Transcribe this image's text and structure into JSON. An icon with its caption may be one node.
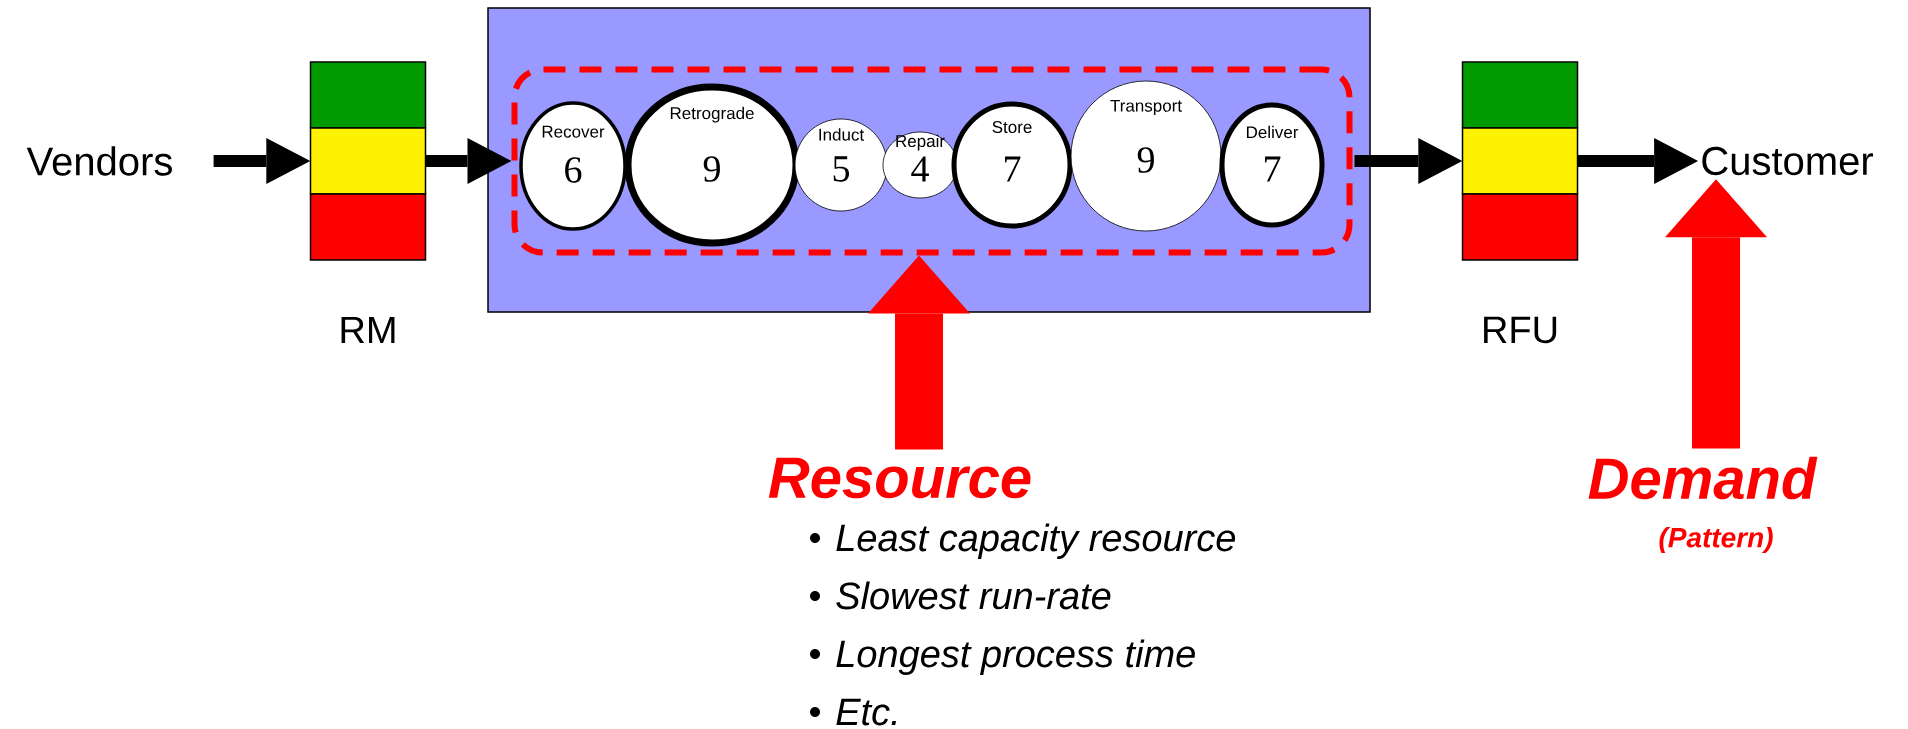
{
  "diagram": {
    "nodes": [
      {
        "text": [
          "Vendors"
        ]
      },
      {
        "text": [
          "RM"
        ]
      },
      {
        "text": [],
        "shape": "box"
      },
      {
        "text": [],
        "shape": "box",
        "in": 2
      },
      {
        "text": [
          "Recover",
          "6"
        ],
        "in": 3
      },
      {
        "text": [
          "Retrograde",
          "9"
        ],
        "in": 3
      },
      {
        "text": [
          "Induct",
          "5"
        ],
        "in": 3
      },
      {
        "text": [
          "Repair",
          "4"
        ],
        "in": 3
      },
      {
        "text": [
          "Store",
          "7"
        ],
        "in": 3
      },
      {
        "text": [
          "Transport",
          "9"
        ],
        "in": 3
      },
      {
        "text": [
          "Deliver",
          "7"
        ],
        "in": 3
      },
      {
        "text": [
          "RFU"
        ]
      },
      {
        "text": [
          "Customer"
        ]
      },
      {
        "text": [
          "Resource"
        ]
      },
      {
        "text": [
          "Demand",
          "(Pattern)"
        ]
      }
    ],
    "edges": [
      {
        "from": 0,
        "to": 1,
        "arrow": "to"
      },
      {
        "from": 1,
        "to": 3,
        "arrow": "to"
      },
      {
        "from": 3,
        "to": 11,
        "arrow": "to"
      },
      {
        "from": 11,
        "to": 12,
        "arrow": "to"
      },
      {
        "from": 13,
        "to": 3,
        "arrow": "to",
        "style": "thick",
        "color": "#ff0000"
      },
      {
        "from": 14,
        "to": 12,
        "arrow": "to",
        "style": "thick",
        "color": "#ff0000"
      }
    ],
    "labels": [
      "Least capacity resource",
      "Slowest run-rate",
      "Longest process time",
      "Etc."
    ]
  }
}
